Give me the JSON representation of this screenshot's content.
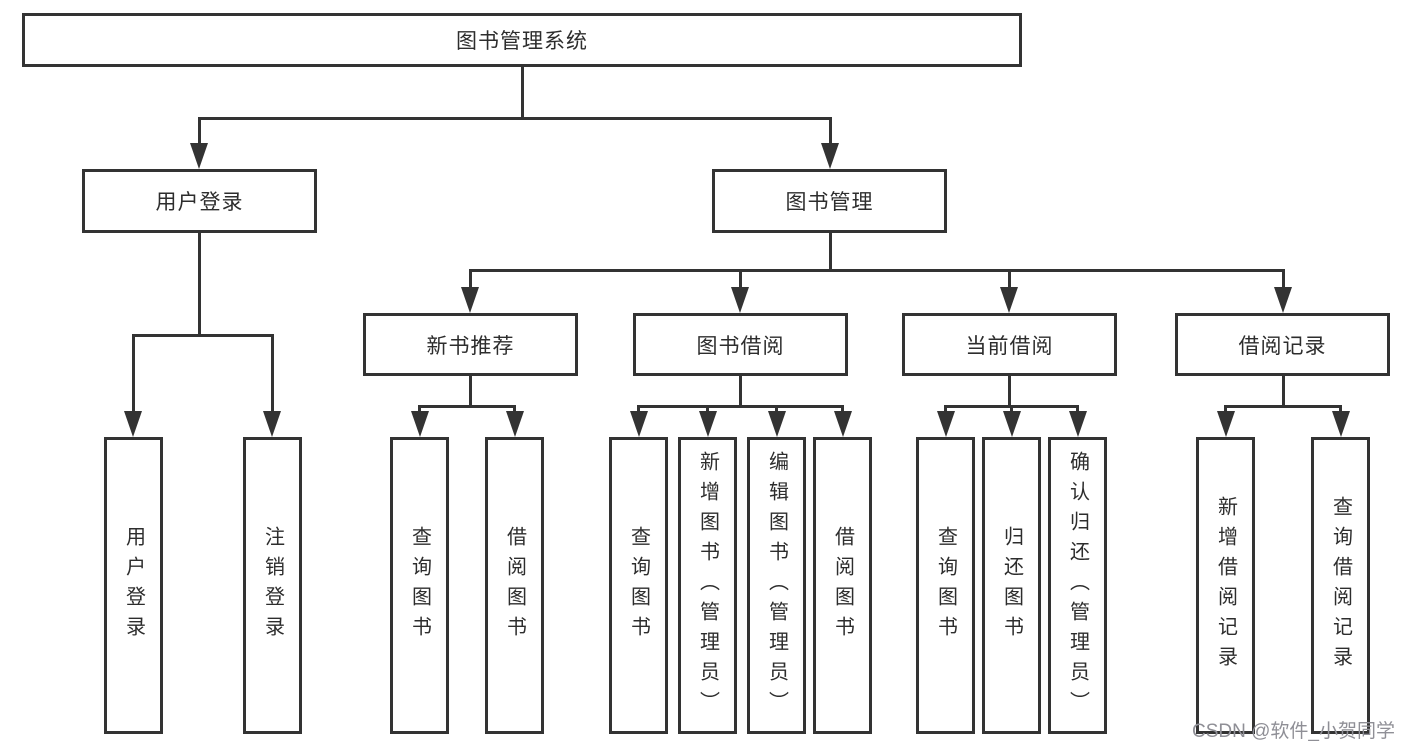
{
  "nodes": {
    "root": "图书管理系统",
    "user_login": "用户登录",
    "book_management": "图书管理",
    "new_book_recommend": "新书推荐",
    "book_borrowing": "图书借阅",
    "current_borrowing": "当前借阅",
    "borrowing_records": "借阅记录"
  },
  "leaves": {
    "user_login": [
      "用户登录",
      "注销登录"
    ],
    "new_book_recommend": [
      "查询图书",
      "借阅图书"
    ],
    "book_borrowing": [
      "查询图书",
      "新增图书（管理员）",
      "编辑图书（管理员）",
      "借阅图书"
    ],
    "current_borrowing": [
      "查询图书",
      "归还图书",
      "确认归还（管理员）"
    ],
    "borrowing_records": [
      "新增借阅记录",
      "查询借阅记录"
    ]
  },
  "watermark": {
    "text": "CSDN @软件_小贺同学",
    "color": "#8f8f96"
  },
  "colors": {
    "line": "#333333",
    "text": "#2d2d2d",
    "background": "#ffffff"
  }
}
